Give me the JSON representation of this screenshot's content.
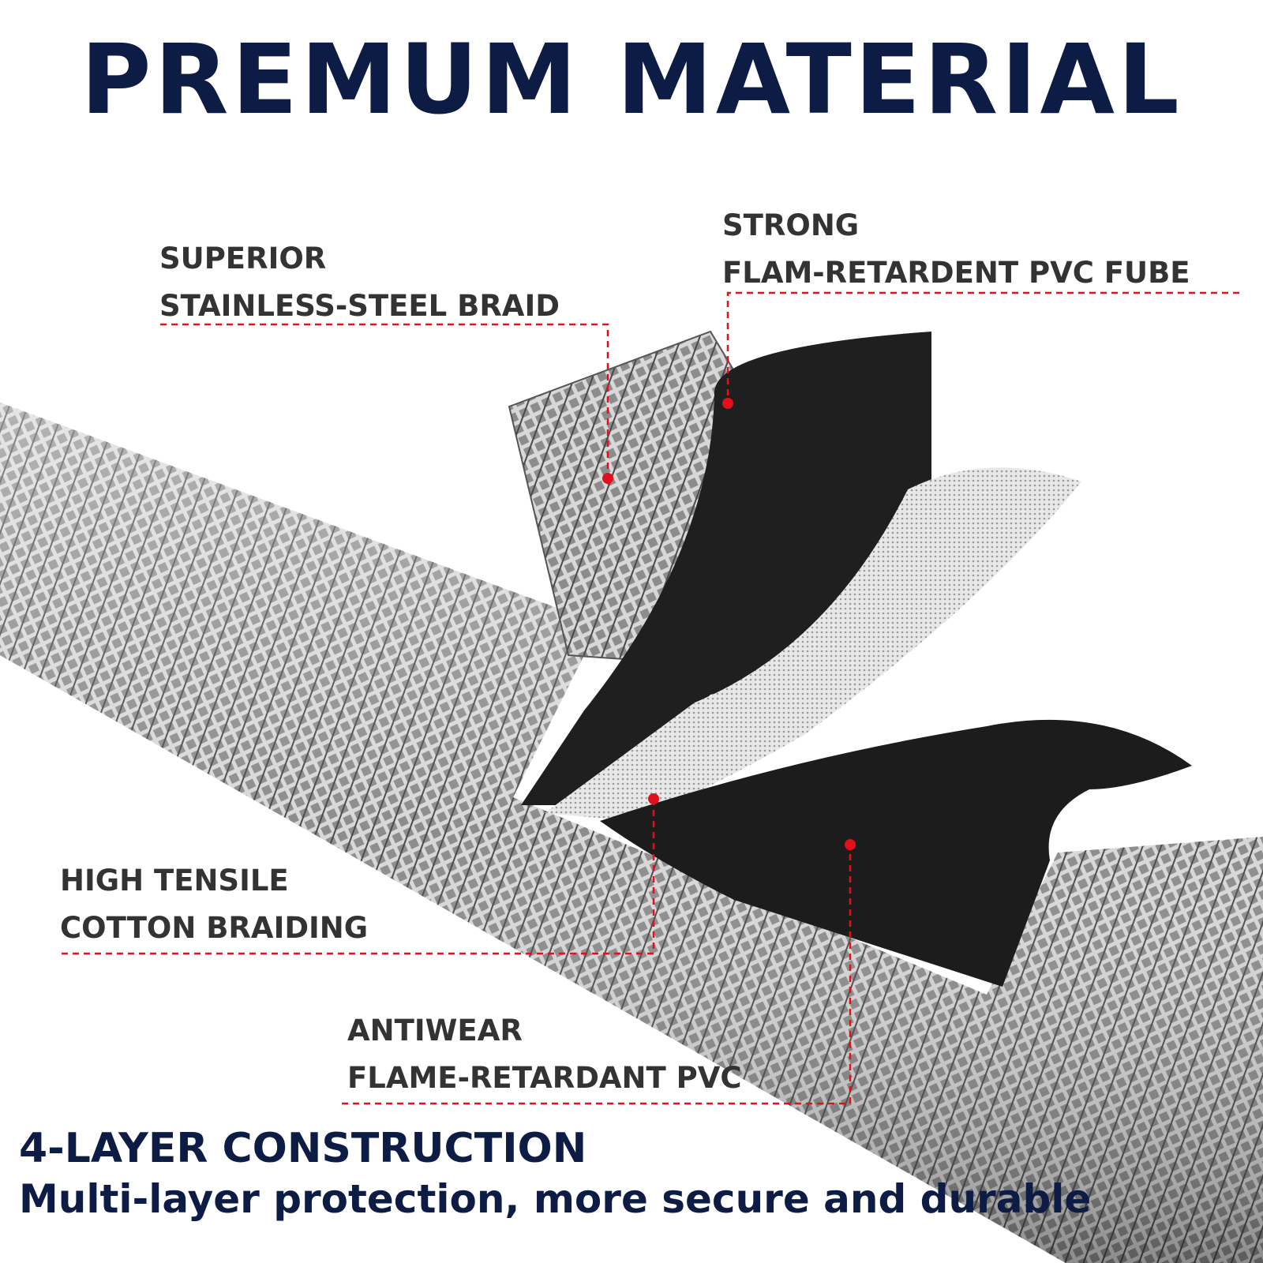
{
  "title": "PREMUM MATERIAL",
  "labels": {
    "steel_braid": {
      "line1": "SUPERIOR",
      "line2": "STAINLESS-STEEL BRAID"
    },
    "pvc_tube": {
      "line1": "STRONG",
      "line2": "FLAM-RETARDENT PVC FUBE"
    },
    "cotton": {
      "line1": "HIGH TENSILE",
      "line2": "COTTON BRAIDING"
    },
    "antiwear": {
      "line1": "ANTIWEAR",
      "line2": "FLAME-RETARDANT PVC"
    }
  },
  "footer": {
    "heading": "4-LAYER CONSTRUCTION",
    "subheading": "Multi-layer protection, more secure and durable"
  },
  "colors": {
    "title": "#0c1c44",
    "label": "#333333",
    "callout": "#e3101b"
  }
}
